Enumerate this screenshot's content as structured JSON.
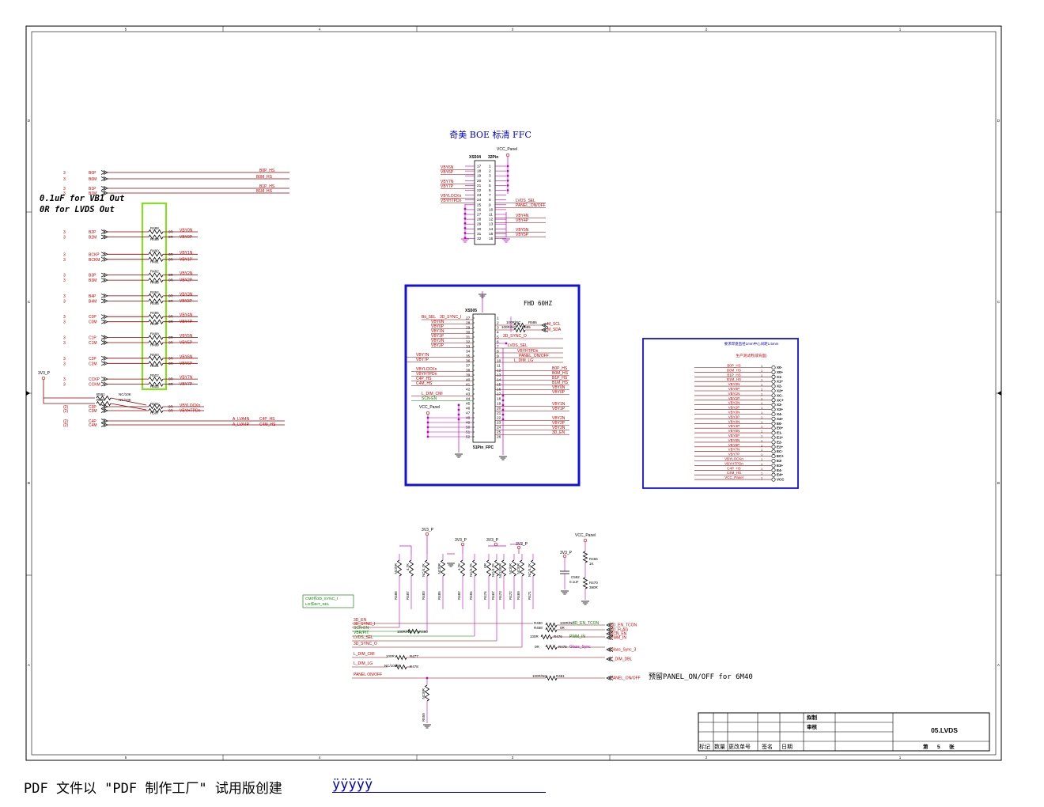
{
  "zone_numbers": {
    "top": [
      "5",
      "4",
      "3",
      "2",
      "1"
    ],
    "side": [
      "D",
      "C",
      "B",
      "A"
    ]
  },
  "notes": {
    "vb1": "0.1uF for VB1 Out",
    "lvds": "0R for LVDS Out",
    "ffc_title": "奇美 BOE 标清 FFC",
    "fhd": "FHD 60HZ",
    "reserve": "预留PANEL_ON/OFF for 6M40",
    "legend1": "CM0作3D_SYNC_I",
    "legend2": "LG作BIT_SEL"
  },
  "left_bus": {
    "nets_pairs": [
      {
        "sheet": "3",
        "p": "B0P",
        "n": "B0M",
        "out_p": "B0P_HS",
        "out_n": "B0M_HS"
      },
      {
        "sheet": "3",
        "p": "B1P",
        "n": "B1M",
        "out_p": "B1P_HS",
        "out_n": "B1M_HS"
      }
    ],
    "resistor_pairs": [
      {
        "sheet": "3",
        "p": "B2P",
        "n": "B2M",
        "rp": "R488",
        "rn": "R489",
        "val": "0R",
        "out_p": "VBY0N",
        "out_n": "VBY0P"
      },
      {
        "sheet": "3",
        "p": "BCKP",
        "n": "BCKM",
        "rp": "R490",
        "rn": "R491",
        "val": "0R",
        "out_p": "VBY1N",
        "out_n": "VBY1P"
      },
      {
        "sheet": "3",
        "p": "B3P",
        "n": "B3M",
        "rp": "R492",
        "rn": "R493",
        "val": "0R",
        "out_p": "VBY2N",
        "out_n": "VBY2P"
      },
      {
        "sheet": "3",
        "p": "B4P",
        "n": "B4M",
        "rp": "R494",
        "rn": "R495",
        "val": "0R",
        "out_p": "VBY3N",
        "out_n": "VBY3P"
      },
      {
        "sheet": "3",
        "p": "C0P",
        "n": "C0M",
        "rp": "R496",
        "rn": "R497",
        "val": "0R",
        "out_p": "VBY4N",
        "out_n": "VBY4P"
      },
      {
        "sheet": "3",
        "p": "C1P",
        "n": "C1M",
        "rp": "R498",
        "rn": "R499",
        "val": "0R",
        "out_p": "VBY5N",
        "out_n": "VBY5P"
      },
      {
        "sheet": "3",
        "p": "C2P",
        "n": "C2M",
        "rp": "R500",
        "rn": "R501",
        "val": "0R",
        "out_p": "VBY6N",
        "out_n": "VBY6P"
      },
      {
        "sheet": "3",
        "p": "CCKP",
        "n": "CCKM",
        "rp": "R502",
        "rn": "R503",
        "val": "0R",
        "out_p": "VBY7N",
        "out_n": "VBY7P"
      }
    ],
    "power": "3V3_P",
    "pullups": [
      {
        "ref": "R581",
        "val": "NC/10K"
      },
      {
        "ref": "R580",
        "val": "NC/10K"
      }
    ],
    "lower": [
      {
        "sheet": "(2)",
        "p": "C3P",
        "n": "C3M",
        "rp": "R505",
        "rn": "R507",
        "val": "0R",
        "out_p": "VBYLOCKn",
        "out_n": "VBYHTPDn"
      },
      {
        "sheet": "(2)",
        "p": "C4P",
        "n": "C4M",
        "out_p": "C4P_HS",
        "out_n": "C4M_HS",
        "via_p": "A_LVA4N",
        "via_n": "A_LVA4P"
      }
    ]
  },
  "ffc32": {
    "ref": "XS504",
    "pins": "32Pin",
    "power": "VCC_Panel",
    "left_pins": [
      "17",
      "18",
      "19",
      "20",
      "21",
      "22",
      "23",
      "24",
      "25",
      "26",
      "27",
      "28",
      "29",
      "30",
      "31",
      "32"
    ],
    "right_pins": [
      "1",
      "2",
      "3",
      "4",
      "5",
      "6",
      "7",
      "8",
      "9",
      "10",
      "11",
      "12",
      "13",
      "14",
      "15",
      "16"
    ],
    "left_nets": [
      "VBY6N",
      "VBY6P",
      "VBY7N",
      "VBY7P",
      "VBYLOCKn",
      "VBYHTPDn"
    ],
    "right_nets": [
      "LVDS_SEL",
      "PANEL_ON/OFF",
      "VBY4N",
      "VBY4P",
      "VBY5N",
      "VBY5P"
    ]
  },
  "ffc51": {
    "ref": "XS505",
    "model": "51Pin_FPC",
    "left_pins": [
      "27",
      "28",
      "29",
      "30",
      "31",
      "32",
      "33",
      "34",
      "35",
      "36",
      "37",
      "38",
      "39",
      "40",
      "41",
      "42",
      "43",
      "44",
      "45",
      "46",
      "47",
      "48",
      "49",
      "50",
      "51",
      "52"
    ],
    "right_pins": [
      "1",
      "2",
      "3",
      "4",
      "5",
      "6",
      "7",
      "8",
      "9",
      "10",
      "11",
      "12",
      "13",
      "14",
      "15",
      "16",
      "17",
      "18",
      "19",
      "20",
      "21",
      "22",
      "23",
      "24",
      "25",
      "26"
    ],
    "left_nets": [
      "Bit_SEL",
      "3D_SYNC_I",
      "VBY0N",
      "VBY0P",
      "VBY1N",
      "VBY1P",
      "VBY2N",
      "VBY2P",
      "VBY7N",
      "VBY7P",
      "VBYLOCKn",
      "VBYHTPDn",
      "C4P_HS",
      "C4M_HS",
      "L_DIM_CMI",
      "SCN-EN",
      "VCC_Panel"
    ],
    "right_nets": [
      "M_SCL",
      "M_SDA",
      "3D_SYNC_O",
      "LVDS_SEL",
      "VBYHTPDn",
      "PANEL_ON/OFF",
      "L_DIM_LG",
      "B0P_HS",
      "B0M_HS",
      "B1P_HS",
      "B1M_HS",
      "VBY0N",
      "VBY0P",
      "VBY1N",
      "VBY1P",
      "VBY2N",
      "VBY2P",
      "VBY3N",
      "3D_EN"
    ],
    "series": [
      {
        "ref": "R586",
        "val": "100R/NC"
      },
      {
        "ref": "R585",
        "val": "100R/NC"
      }
    ]
  },
  "test_box": {
    "title": "要求焊盘直径1mm中心间距1.5mm",
    "subtitle": "生产测试用(或背面)",
    "nets": [
      "B0P_HS",
      "B0M_HS",
      "B1P_HS",
      "B1M_HS",
      "VBY0N",
      "VBY0P",
      "VBY1N",
      "VBY1P",
      "VBY2N",
      "VBY2P",
      "VBY3N",
      "VBY3P",
      "VBY4N",
      "VBY4P",
      "VBY5N",
      "VBY5P",
      "VBY6N",
      "VBY6P",
      "VBY7N",
      "VBY7P",
      "VBYLOCKn",
      "VBYHTPDn",
      "C4P_HS",
      "C4M_HS",
      "VCC_Panel"
    ],
    "pads": [
      "X0-",
      "X0+",
      "X1-",
      "X1+",
      "X2-",
      "X2+",
      "XC-",
      "XC+",
      "X3-",
      "X3+",
      "X4-",
      "X4+",
      "E0-",
      "E0+",
      "E1-",
      "E1+",
      "E2-",
      "E2+",
      "EC-",
      "EC+",
      "E3-",
      "E3+",
      "E4-",
      "E4+",
      "VCC"
    ]
  },
  "bottom": {
    "power_a": "3V3_P",
    "power_b": "3V3_P",
    "power_c": "3V3_P",
    "power_d": "3V3_P",
    "power_vcc": "VCC_Panel",
    "strap_resistors": [
      {
        "ref": "R486",
        "val": "NC/0R"
      },
      {
        "ref": "R487",
        "val": "4.7K"
      },
      {
        "ref": "R483",
        "val": "NC/4.7K"
      },
      {
        "ref": "R485",
        "val": "NC/0R"
      },
      {
        "ref": "R482",
        "val": "4.7K"
      },
      {
        "ref": "R484",
        "val": "NC/4.7K"
      },
      {
        "ref": "R474",
        "val": "0R"
      },
      {
        "ref": "R467",
        "val": "NC/4.7K"
      },
      {
        "ref": "R473",
        "val": "NC/100R"
      },
      {
        "ref": "R472",
        "val": "NC/0R"
      },
      {
        "ref": "R469",
        "val": "NC/0R"
      },
      {
        "ref": "R471",
        "val": "NC/4.7K"
      }
    ],
    "vcc_div": [
      {
        "ref": "R466",
        "val": "1K"
      },
      {
        "ref": "C592",
        "val": "0.1uF"
      },
      {
        "ref": "R470",
        "val": "390R"
      }
    ],
    "left_nets": [
      "3D_EN",
      "3D_SYNC_I",
      "SCN-EN",
      "VBR/PIT",
      "LVDS_SEL",
      "3D_SYNC_O",
      "L_DIM_CMI",
      "L_DIM_LG",
      "PANEL ON/OFF"
    ],
    "series": [
      {
        "ref": "R490",
        "val": "100R/NC"
      },
      {
        "ref": "R477",
        "val": "100R"
      },
      {
        "ref": "R478",
        "val": "NC/100R"
      },
      {
        "ref": "R480",
        "val": "100R/NC"
      },
      {
        "ref": "R468",
        "val": "0R"
      },
      {
        "ref": "R476",
        "val": "100R"
      },
      {
        "ref": "R475",
        "val": "0R"
      },
      {
        "ref": "R481",
        "val": "100R/NC"
      },
      {
        "ref": "R550",
        "val": "NC/0R"
      }
    ],
    "outputs": [
      "3D_EN_TCON",
      "3D_FLAG",
      "SCN_EN",
      "PWM_IN",
      "Glass_Sync_3",
      "L_DIM_DBL",
      "PANEL_ON/OFF"
    ],
    "mid_labels": [
      "3D_EN_TCON",
      "PWM_IN",
      "Glass_Sync"
    ]
  },
  "title_block": {
    "drawn": "拟制",
    "checked": "审核",
    "cols": [
      "标记",
      "数量",
      "更改单号",
      "签名",
      "日期"
    ],
    "name": "05.LVDS",
    "page_pre": "第",
    "page": "5",
    "page_post": "张"
  },
  "footer": {
    "text": "PDF 文件以 \"PDF 制作工厂\" 试用版创建",
    "watermark": "ÿÿÿÿÿ"
  }
}
